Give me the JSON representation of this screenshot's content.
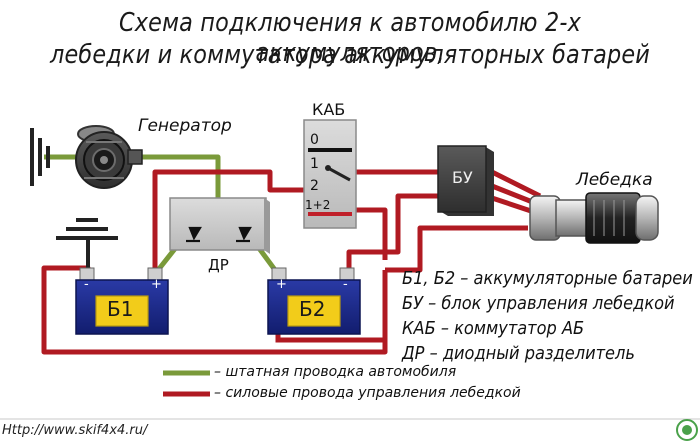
{
  "title": {
    "line1": "Схема подключения к автомобилю 2-х аккумуляторов,",
    "line2": "лебедки и коммутатора аккумуляторных батарей"
  },
  "components": {
    "generator": "Генератор",
    "kab": "КАБ",
    "kab_positions": [
      "0",
      "1",
      "2",
      "1+2"
    ],
    "dr": "ДР",
    "bu": "БУ",
    "winch": "Лебедка",
    "battery1": "Б1",
    "battery2": "Б2",
    "minus": "-",
    "plus": "+"
  },
  "legend": {
    "lines": [
      "Б1, Б2 – аккумуляторные батареи",
      "БУ – блок управления лебедкой",
      "КАБ – коммутатор АБ",
      "ДР – диодный разделитель"
    ],
    "wire_types": [
      "– штатная проводка автомобиля",
      "– силовые провода управления лебедкой"
    ]
  },
  "colors": {
    "stock_wiring": "#7a9a3a",
    "power_wiring": "#b01a22",
    "battery_blue": "#1a2a8c",
    "battery_label": "#f2cc1a",
    "gray_box": "#555555"
  },
  "footer": {
    "url": "Http://www.skif4x4.ru/"
  }
}
